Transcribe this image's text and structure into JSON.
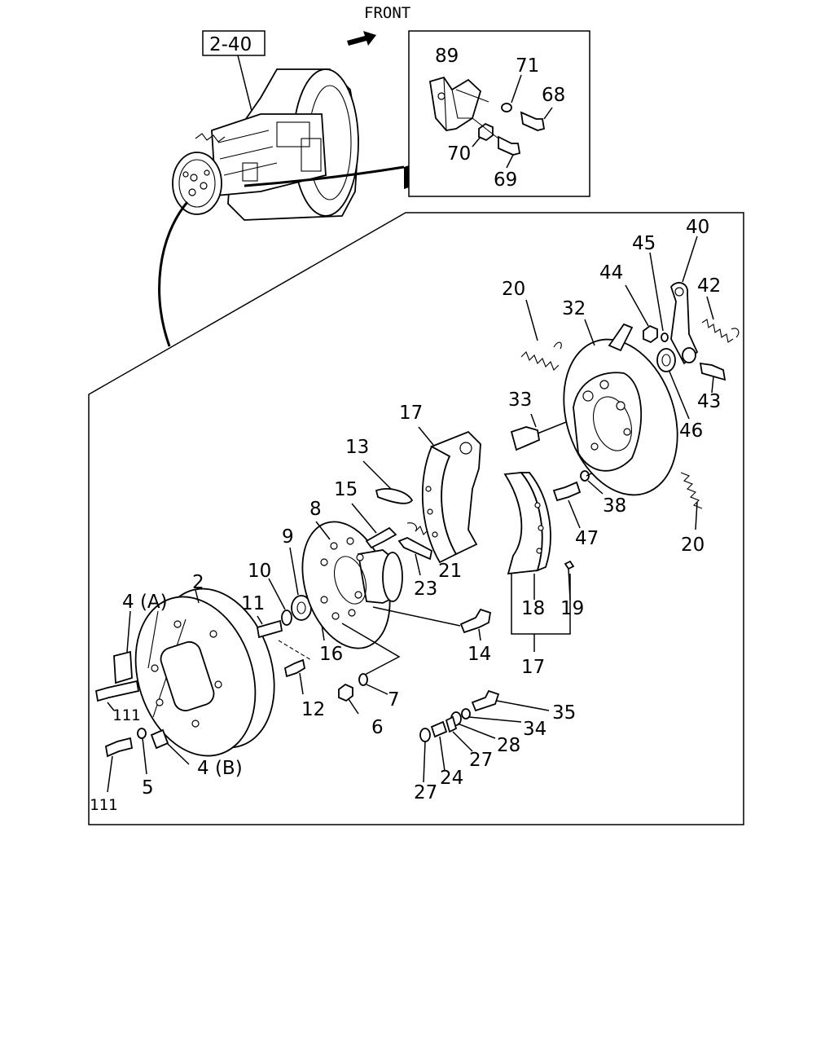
{
  "header": {
    "front_label": "FRONT",
    "ref_box_label": "2-40"
  },
  "inset_callouts": [
    "89",
    "71",
    "68",
    "70",
    "69"
  ],
  "main_callouts": {
    "c40": "40",
    "c45": "45",
    "c42": "42",
    "c44": "44",
    "c20a": "20",
    "c32": "32",
    "c43": "43",
    "c33": "33",
    "c46": "46",
    "c17a": "17",
    "c13": "13",
    "c38": "38",
    "c15": "15",
    "c8": "8",
    "c47": "47",
    "c20b": "20",
    "c9": "9",
    "c21": "21",
    "c23": "23",
    "c10": "10",
    "c2": "2",
    "c4a": "4 (A)",
    "c11": "11",
    "c16": "16",
    "c18": "18",
    "c19": "19",
    "c14": "14",
    "c17b": "17",
    "c7": "7",
    "c35": "35",
    "c111a": "111",
    "c12": "12",
    "c34": "34",
    "c6": "6",
    "c28": "28",
    "c27a": "27",
    "c4b": "4 (B)",
    "c24": "24",
    "c5": "5",
    "c27b": "27",
    "c111b": "111"
  },
  "icons": {
    "front_arrow": "arrow-right-icon"
  }
}
